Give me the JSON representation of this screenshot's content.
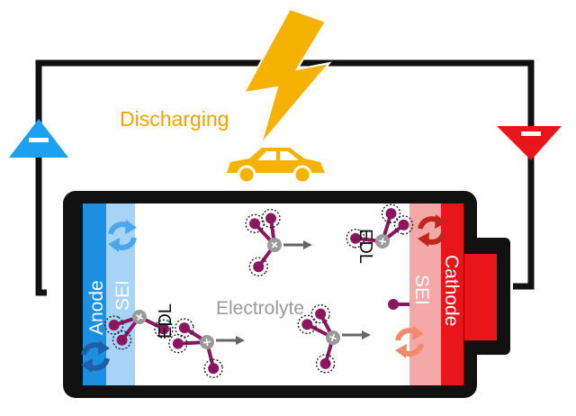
{
  "title": "Discharging",
  "labels": {
    "anode": "Anode",
    "cathode": "Cathode",
    "sei_left": "SEI",
    "sei_right": "SEI",
    "edl_left": "EDL",
    "edl_right": "EDL",
    "electrolyte": "Electrolyte",
    "minus_left": "−",
    "minus_right": "−"
  },
  "colors": {
    "title": "#f4a300",
    "anode": "#1e8fe0",
    "anode_sei": "#9fd0f5",
    "cathode": "#e8161a",
    "cathode_sei": "#f4a3a3",
    "anode_arrow": "#4da6e8",
    "anode_arrow_dark": "#1f5fa8",
    "cathode_arrow": "#c0261c",
    "cathode_arrow_light": "#ef8a6e",
    "ion": "#8c1560",
    "bolt": "#f6b200",
    "car": "#f6b200",
    "wire": "#111111",
    "electrolyte_text": "#9a9a9a"
  },
  "icons": [
    "lightning-bolt-icon",
    "car-icon",
    "minus-terminal-icon",
    "rotate-arrows-icon",
    "ion-cluster-icon"
  ]
}
